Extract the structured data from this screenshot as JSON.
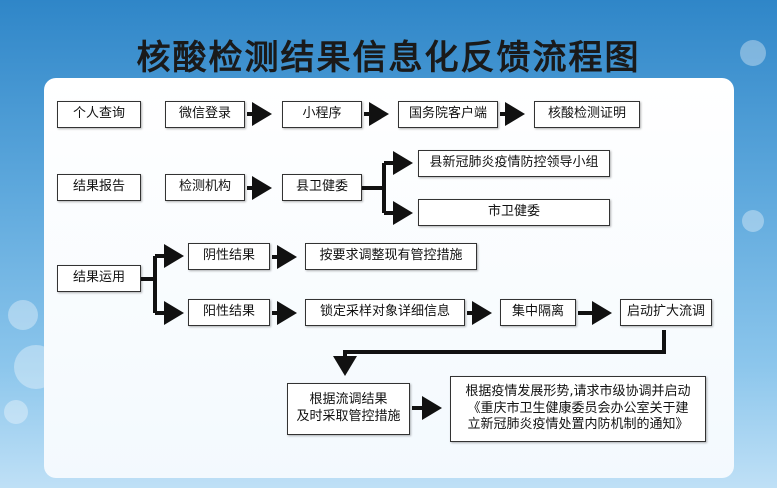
{
  "title": "核酸检测结果信息化反馈流程图",
  "nodes": {
    "personal_query": "个人查询",
    "wechat_login": "微信登录",
    "mini_program": "小程序",
    "state_council_app": "国务院客户端",
    "nat_certificate": "核酸检测证明",
    "result_report": "结果报告",
    "testing_agency": "检测机构",
    "county_health": "县卫健委",
    "county_leading_group": "县新冠肺炎疫情防控领导小组",
    "city_health": "市卫健委",
    "result_use": "结果运用",
    "negative_result": "阴性结果",
    "adjust_measures": "按要求调整现有管控措施",
    "positive_result": "阳性结果",
    "lock_sampling": "锁定采样对象详细信息",
    "centralized_isolation": "集中隔离",
    "start_epi_investigation": "启动扩大流调",
    "epi_result_line1": "根据流调结果",
    "epi_result_line2": "及时采取管控措施",
    "request_line1": "根据疫情发展形势,请求市级协调并启动",
    "request_line2": "《重庆市卫生健康委员会办公室关于建",
    "request_line3": "立新冠肺炎疫情处置内防机制的通知》"
  },
  "colors": {
    "arrow": "#111111",
    "text": "#111111",
    "bg_top": "#2f86c8",
    "panel": "#ffffff"
  }
}
